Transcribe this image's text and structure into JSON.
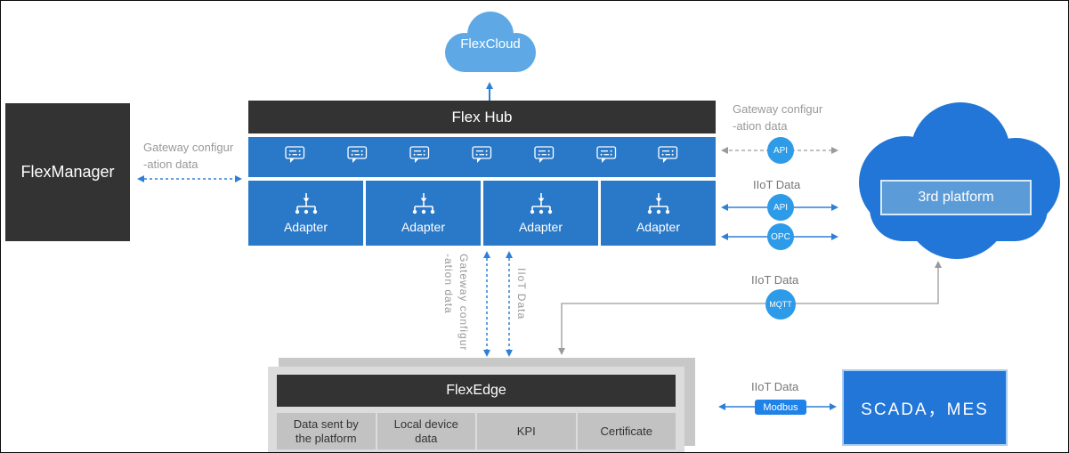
{
  "flexmanager": {
    "label": "FlexManager"
  },
  "flexcloud": {
    "label": "FlexCloud"
  },
  "flexhub": {
    "title": "Flex Hub",
    "adapters": [
      "Adapter",
      "Adapter",
      "Adapter",
      "Adapter"
    ],
    "protocol_icon_count": 7
  },
  "third_platform": {
    "label": "3rd platform"
  },
  "flexedge": {
    "title": "FlexEdge",
    "cells": [
      "Data sent by the platform",
      "Local device data",
      "KPI",
      "Certificate"
    ]
  },
  "scada": {
    "label": "SCADA，MES"
  },
  "labels": {
    "manager_hub_line1": "Gateway configur",
    "manager_hub_line2": "-ation data",
    "hub_platform_cfg_line1": "Gateway configur",
    "hub_platform_cfg_line2": "-ation data",
    "hub_platform_iiot": "IIoT Data",
    "hub_edge_cfg_line1": "Gateway configur",
    "hub_edge_cfg_line2": "-ation data",
    "hub_edge_iiot": "IIoT Data",
    "edge_platform_iiot": "IIoT Data",
    "edge_scada_iiot": "IIoT Data"
  },
  "badges": {
    "api_config": "API",
    "api_data": "API",
    "opc": "OPC",
    "mqtt": "MQTT",
    "modbus": "Modbus"
  },
  "icons": {
    "hub_row": "chat-message-icon",
    "adapter": "adapter-tree-icon"
  },
  "colors": {
    "dark_panel": "#333333",
    "primary_blue": "#2979C8",
    "cloud_light": "#5EA9E5",
    "cloud_dark": "#2176D8",
    "badge_blue": "#2E9BE8",
    "modbus_blue": "#1F82E8",
    "connector_blue": "#2E7FD6",
    "connector_gray": "#9A9A9A",
    "label_gray": "#999999"
  }
}
